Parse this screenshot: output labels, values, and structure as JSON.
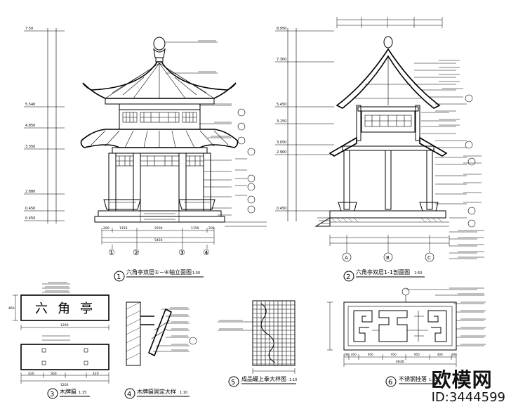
{
  "drawing": {
    "views": [
      {
        "num": "1",
        "title": "六角亭双层①~④轴立面图",
        "scale": "1:50"
      },
      {
        "num": "2",
        "title": "六角亭双层1-1剖面图",
        "scale": "1:50"
      },
      {
        "num": "3",
        "title": "木牌匾",
        "scale": "1:15"
      },
      {
        "num": "4",
        "title": "木牌匾固定大样",
        "scale": "1:10"
      },
      {
        "num": "5",
        "title": "成品罐上拳大样图",
        "scale": "1:10"
      },
      {
        "num": "6",
        "title": "不锈钢挂落",
        "scale": "1:10"
      }
    ],
    "plaque_text": [
      "六",
      "角",
      "亭"
    ],
    "elevation_axes": [
      "①",
      "②",
      "③",
      "④"
    ],
    "section_axes": [
      "A",
      "B",
      "C"
    ],
    "left_levels": [
      "7.50",
      "5.540",
      "4.850",
      "3.350",
      "2.880",
      "0.450",
      "0.450"
    ],
    "section_levels": [
      "8.950",
      "7.300",
      "5.450",
      "3.150",
      "3.050",
      "2.900",
      "0.450"
    ],
    "elev_dims_bottom": [
      "200",
      "1150",
      "2500",
      "1150",
      "200"
    ],
    "elev_dims_total": "5450",
    "plaque_dims": [
      "1200",
      "460"
    ],
    "plaque_holes": [
      "1200",
      "420",
      "360",
      "420"
    ],
    "fascia_dims": [
      "190",
      "400",
      "950",
      "950",
      "950",
      "400",
      "190"
    ],
    "fascia_total": "4630"
  },
  "watermark": {
    "logo": "欧模网",
    "id": "ID:3444599"
  }
}
